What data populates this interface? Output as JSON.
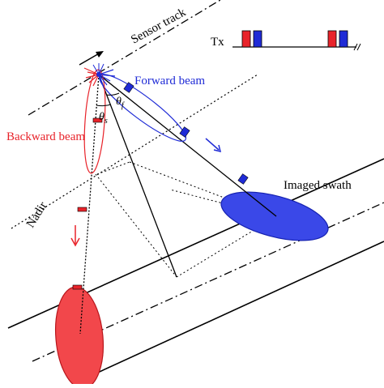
{
  "labels": {
    "sensor_track": "Sensor track",
    "tx": "Tx",
    "forward_beam": "Forward beam",
    "backward_beam": "Backward beam",
    "nadir": "Nadir",
    "imaged_swath": "Imaged swath",
    "theta_f_symbol": "θ",
    "theta_f_sub": "f",
    "theta_s_symbol": "θ",
    "theta_s_sub": "s"
  },
  "colors": {
    "forward": "#1f2bd6",
    "backward": "#e8232a",
    "forward_fill": "#3548e6",
    "backward_fill": "#f03c40",
    "line": "#000000"
  },
  "icons": {
    "forward_direction": "arrow-down-right-icon",
    "backward_direction": "arrow-down-icon",
    "track_direction": "arrow-right-icon",
    "tx_break": "break-marks-icon"
  }
}
